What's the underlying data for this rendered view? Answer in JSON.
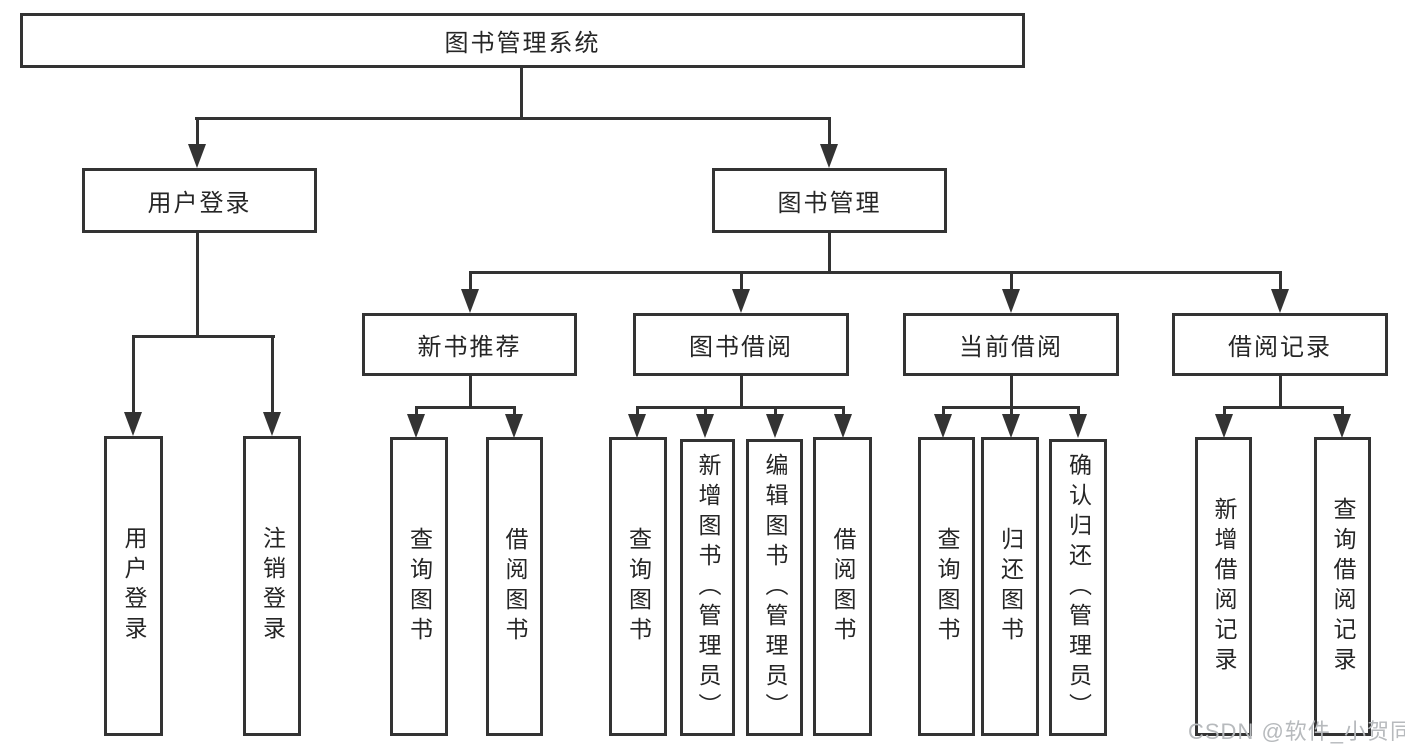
{
  "diagram": {
    "root": {
      "label": "图书管理系统"
    },
    "level2": [
      {
        "label": "用户登录"
      },
      {
        "label": "图书管理"
      }
    ],
    "level3": [
      {
        "label": "新书推荐"
      },
      {
        "label": "图书借阅"
      },
      {
        "label": "当前借阅"
      },
      {
        "label": "借阅记录"
      }
    ],
    "leaves": {
      "user_login": [
        "用户登录",
        "注销登录"
      ],
      "new_book_recommend": [
        "查询图书",
        "借阅图书"
      ],
      "book_borrow": [
        "查询图书",
        "新增图书（管理员）",
        "编辑图书（管理员）",
        "借阅图书"
      ],
      "current_borrow": [
        "查询图书",
        "归还图书",
        "确认归还（管理员）"
      ],
      "borrow_record": [
        "新增借阅记录",
        "查询借阅记录"
      ]
    },
    "watermark": "CSDN @软件_小贺同学",
    "colors": {
      "line": "#333333",
      "text": "#262626",
      "background": "#ffffff",
      "watermark": "#b7babd"
    }
  }
}
